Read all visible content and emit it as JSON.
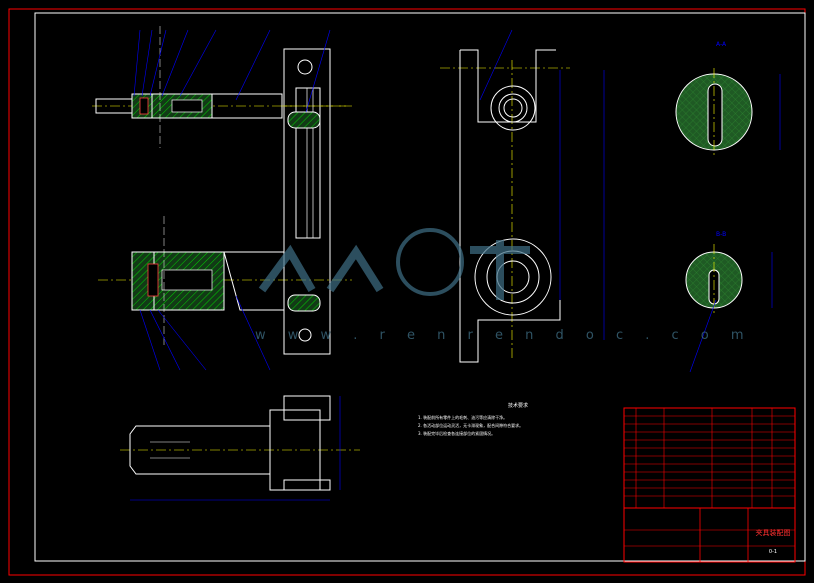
{
  "watermark": "w w w . r e n r e n d o c . c o m",
  "notes": {
    "title": "技术要求",
    "lines": [
      "1. 装配前所有零件上的毛刺、油污等应清除干净。",
      "2. 各活动部位运动灵活，无卡滞现象，配合间隙符合要求。",
      "3. 装配完毕后检查各连接部位的紧固情况。"
    ]
  },
  "title_block": {
    "drawing_name": "夹具装配图",
    "drawing_code": "0-1"
  },
  "section_labels": [
    "A-A",
    "B-B"
  ],
  "colors": {
    "background": "#000000",
    "frame": "#ff0000",
    "outline": "#ffffff",
    "dimension": "#0000ff",
    "centerline": "#ffff00",
    "hatch": "#00d000",
    "section_fill": "#1f5a24",
    "watermark": "#3f6f86"
  }
}
